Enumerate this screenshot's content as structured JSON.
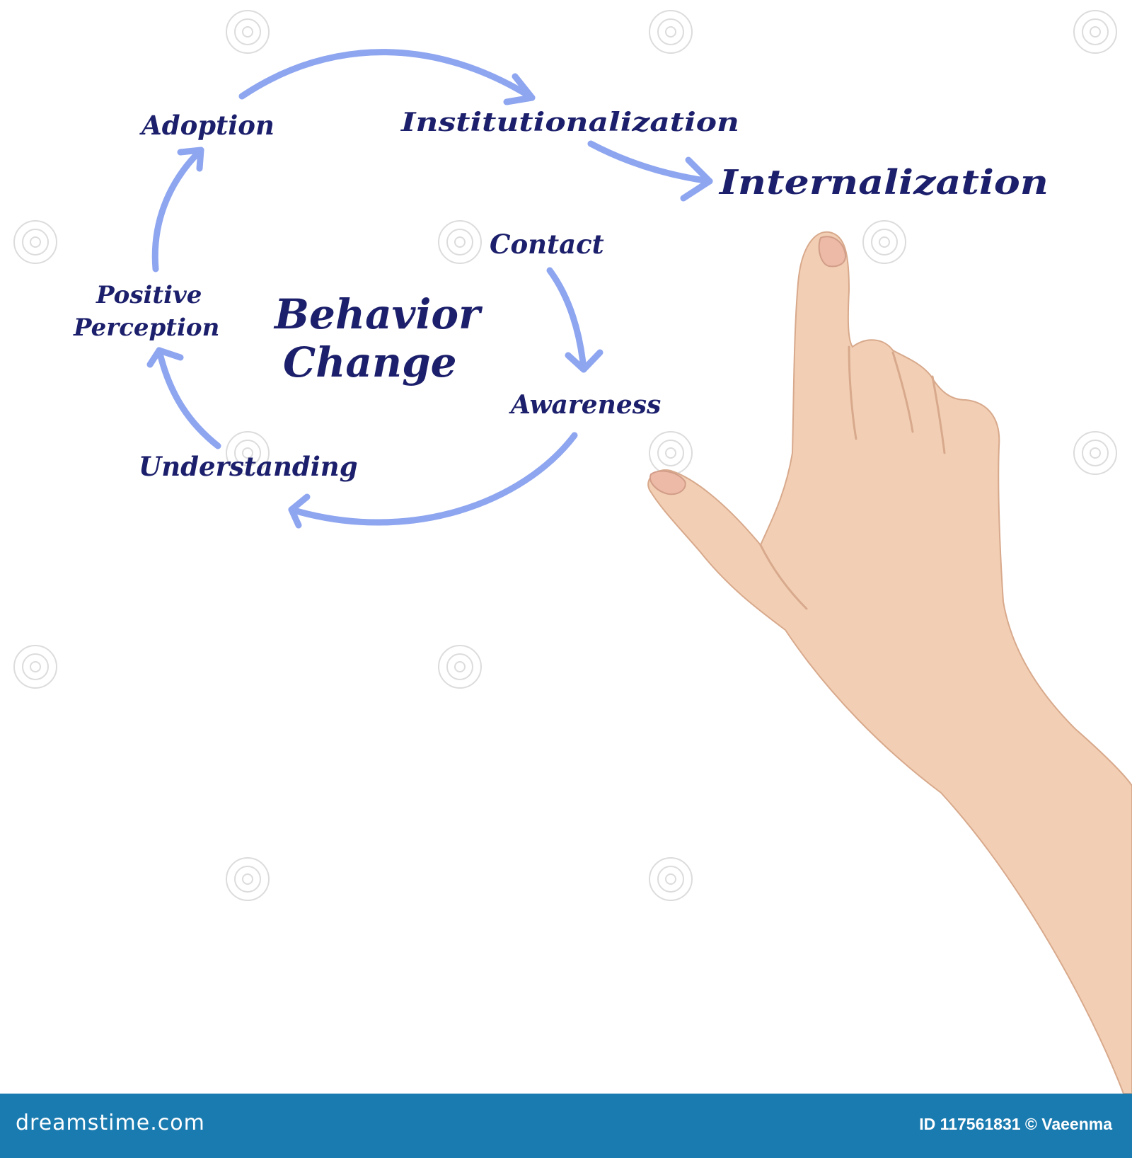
{
  "diagram": {
    "center_title": [
      "Behavior",
      "Change"
    ],
    "steps": {
      "contact": "Contact",
      "awareness": "Awareness",
      "understanding": "Understanding",
      "positive_perception": [
        "Positive",
        "Perception"
      ],
      "adoption": "Adoption",
      "institutionalization": "Institutionalization",
      "internalization": "Internalization"
    }
  },
  "colors": {
    "arrow": "#8ea5f0",
    "text": "#1c1f6b",
    "footer": "#1a7bb0"
  },
  "footer": {
    "brand": "dreamstime.com",
    "image_id": "ID 117561831 © Vaeenma"
  }
}
